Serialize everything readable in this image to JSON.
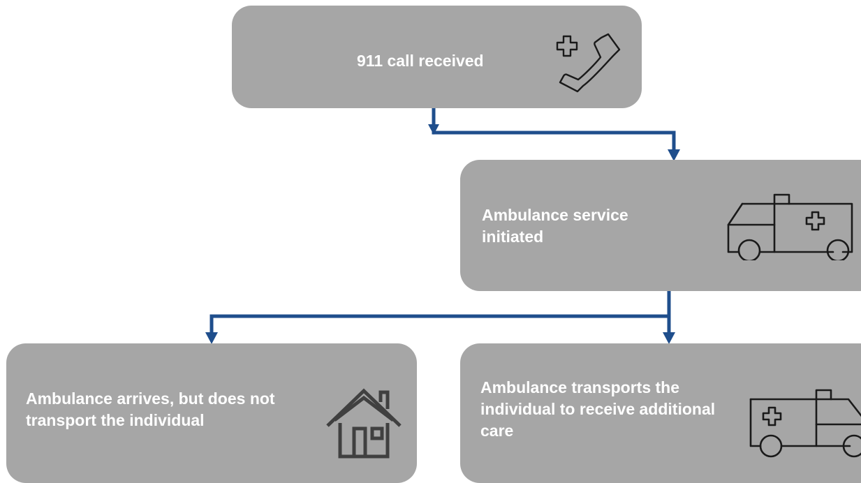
{
  "diagram": {
    "nodes": {
      "call": {
        "label": "911 call received",
        "icon": "phone-medical-icon"
      },
      "initiated": {
        "label": "Ambulance service initiated",
        "icon": "ambulance-icon"
      },
      "no_transport": {
        "label": "Ambulance arrives, but does not transport the individual",
        "icon": "house-icon"
      },
      "transport": {
        "label": "Ambulance transports the individual to receive additional care",
        "icon": "ambulance-icon"
      }
    },
    "edges": [
      {
        "from": "call",
        "to": "initiated"
      },
      {
        "from": "initiated",
        "to": "no_transport"
      },
      {
        "from": "initiated",
        "to": "transport"
      }
    ],
    "colors": {
      "node_fill": "#a6a6a6",
      "node_text": "#ffffff",
      "connector": "#1f4e8c",
      "icon_stroke": "#1a1a1a"
    }
  }
}
